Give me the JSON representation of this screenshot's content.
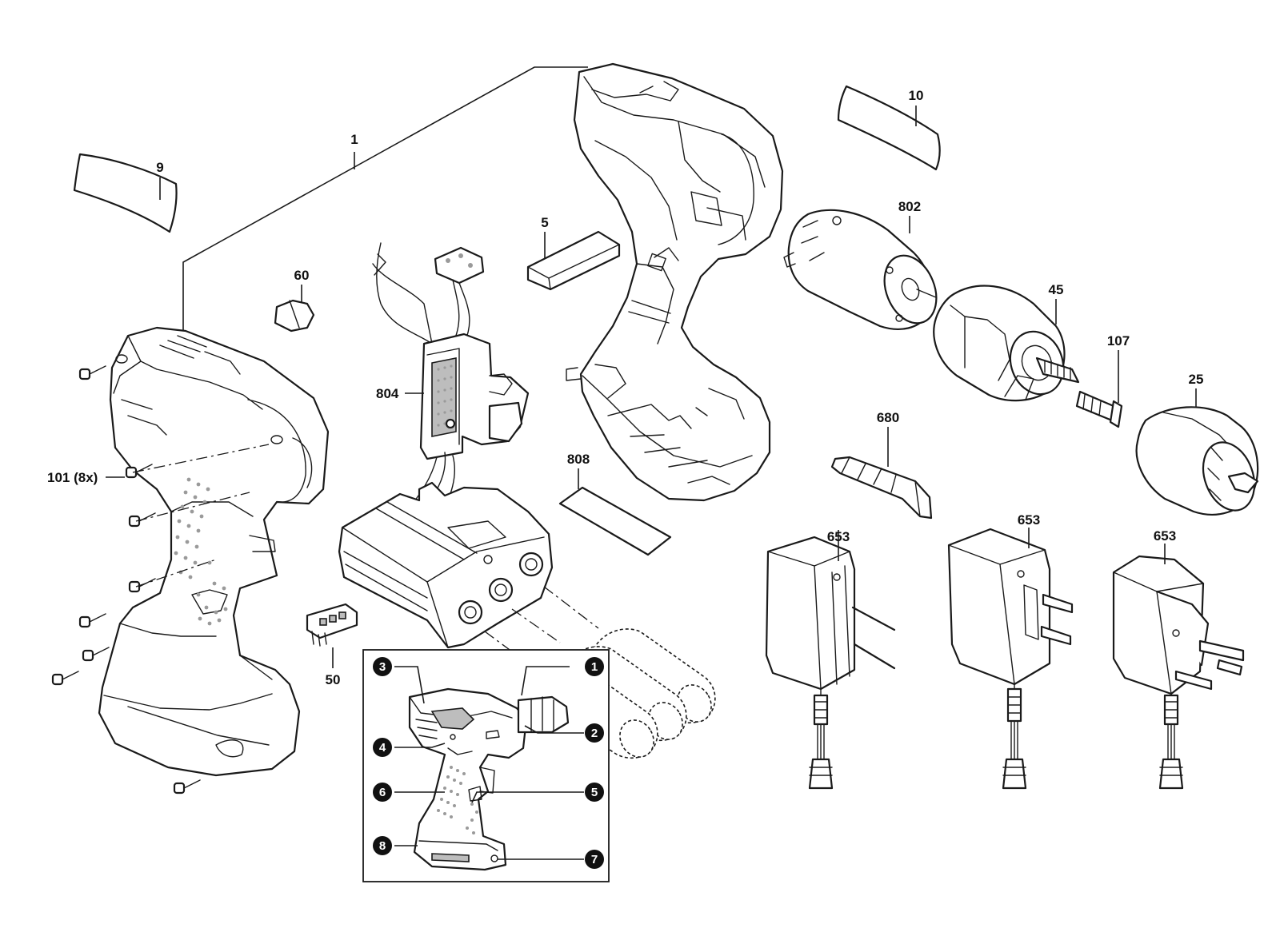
{
  "part_numbers": {
    "p1": "1",
    "p9": "9",
    "p10": "10",
    "p5": "5",
    "p60": "60",
    "p802": "802",
    "p45": "45",
    "p107": "107",
    "p25": "25",
    "p804": "804",
    "p680": "680",
    "p808": "808",
    "p101": "101 (8x)",
    "p50": "50",
    "p653a": "653",
    "p653b": "653",
    "p653c": "653"
  },
  "inset_callouts": {
    "c1": "1",
    "c2": "2",
    "c3": "3",
    "c4": "4",
    "c5": "5",
    "c6": "6",
    "c7": "7",
    "c8": "8"
  }
}
